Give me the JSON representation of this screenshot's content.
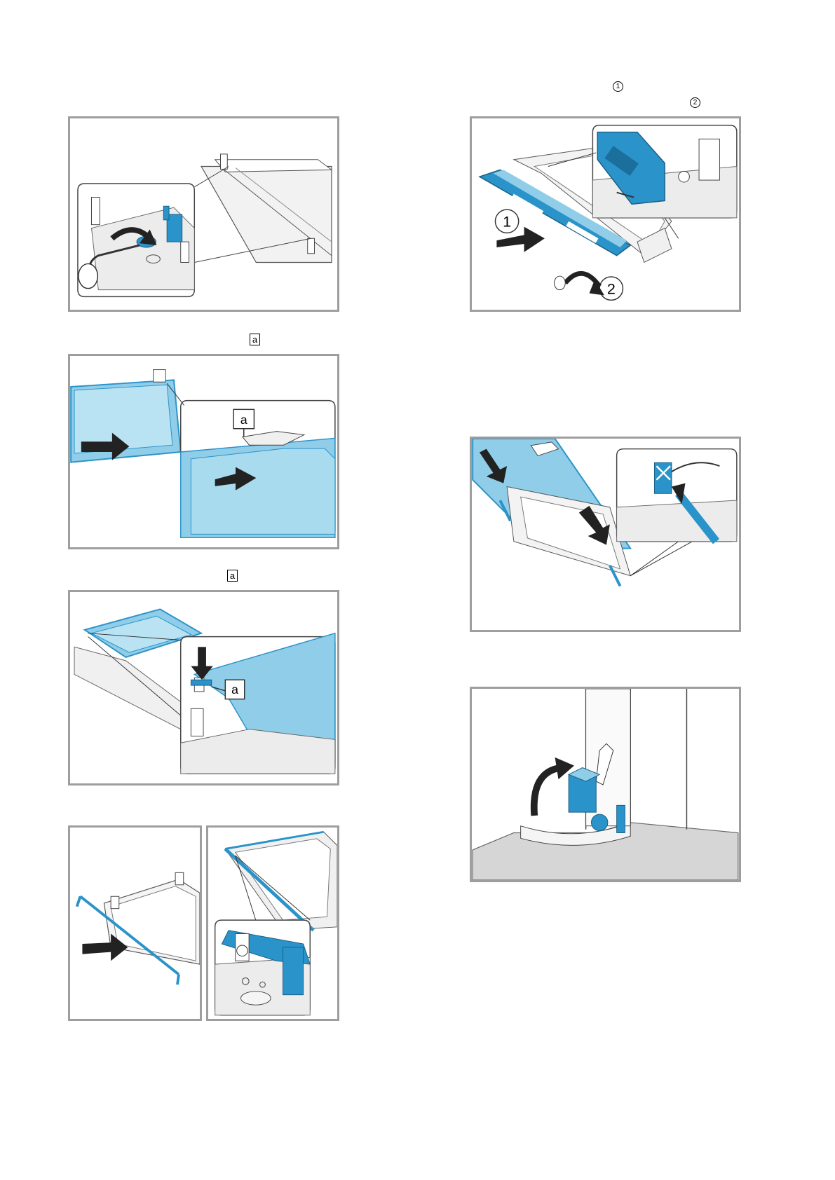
{
  "markers": {
    "right_step_1": "1",
    "right_step_2": "2",
    "left_label_a_1": "a",
    "left_label_a_2": "a"
  },
  "figures": {
    "fig_right_top": {
      "callout_1": "1",
      "callout_2": "2"
    },
    "fig_left_2": {
      "callout_a": "a"
    },
    "fig_left_3": {
      "callout_a": "a"
    }
  },
  "colors": {
    "accent_blue": "#2a93c9",
    "light_blue": "#8fcde8",
    "frame_gray": "#9e9e9e",
    "surface_gray": "#d6d6d6"
  }
}
